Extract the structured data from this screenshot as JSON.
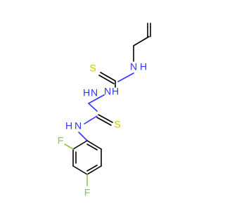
{
  "molecule": {
    "atoms": {
      "n_allyl": "N",
      "h_allyl": "H",
      "s_upper": "S",
      "n_hydrazine_upper": "N",
      "h_hydrazine_upper": "H",
      "n_hydrazine_lower": "N",
      "h_hydrazine_lower": "H",
      "n_aryl": "N",
      "h_aryl": "H",
      "s_lower": "S",
      "f_ortho": "F",
      "f_para": "F"
    },
    "colors": {
      "bond": "#000000",
      "nitrogen": "#3333ff",
      "sulfur": "#c8c800",
      "fluorine": "#8ec63f"
    }
  }
}
